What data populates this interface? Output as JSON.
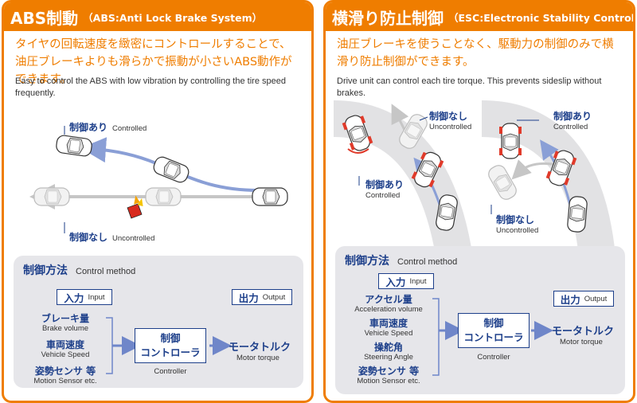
{
  "abs": {
    "title_jp": "ABS制動",
    "title_en": "（ABS:Anti Lock Brake System）",
    "desc_jp": "タイヤの回転速度を緻密にコントロールすることで、油圧ブレーキよりも滑らかで振動が小さいABS動作ができます。",
    "desc_en": "Easy to control the ABS with low vibration by controlling the tire speed frequently.",
    "controlled_jp": "制御あり",
    "controlled_en": "Controlled",
    "uncontrolled_jp": "制御なし",
    "uncontrolled_en": "Uncontrolled",
    "method_jp": "制御方法",
    "method_en": "Control method",
    "input_jp": "入力",
    "input_en": "Input",
    "output_jp": "出力",
    "output_en": "Output",
    "inputs": [
      {
        "jp": "ブレーキ量",
        "en": "Brake volume"
      },
      {
        "jp": "車両速度",
        "en": "Vehicle Speed"
      },
      {
        "jp": "姿勢センサ 等",
        "en": "Motion Sensor etc."
      }
    ],
    "controller_jp_1": "制御",
    "controller_jp_2": "コントローラ",
    "controller_en": "Controller",
    "output_item_jp": "モータトルク",
    "output_item_en": "Motor torque"
  },
  "esc": {
    "title_jp": "横滑り防止制御",
    "title_en": "（ESC:Electronic Stability Control）",
    "desc_jp": "油圧ブレーキを使うことなく、駆動力の制御のみで横滑り防止制御ができます。",
    "desc_en": "Drive unit can control each tire torque. This prevents sideslip without brakes.",
    "uncontrolled_top_jp": "制御なし",
    "uncontrolled_top_en": "Uncontrolled",
    "controlled_left_jp": "制御あり",
    "controlled_left_en": "Controlled",
    "controlled_top_jp": "制御あり",
    "controlled_top_en": "Controlled",
    "uncontrolled_bottom_jp": "制御なし",
    "uncontrolled_bottom_en": "Uncontrolled",
    "method_jp": "制御方法",
    "method_en": "Control method",
    "input_jp": "入力",
    "input_en": "Input",
    "output_jp": "出力",
    "output_en": "Output",
    "inputs": [
      {
        "jp": "アクセル量",
        "en": "Acceleration volume"
      },
      {
        "jp": "車両速度",
        "en": "Vehicle Speed"
      },
      {
        "jp": "操舵角",
        "en": "Steering Angle"
      },
      {
        "jp": "姿勢センサ 等",
        "en": "Motion Sensor etc."
      }
    ],
    "controller_jp_1": "制御",
    "controller_jp_2": "コントローラ",
    "controller_en": "Controller",
    "output_item_jp": "モータトルク",
    "output_item_en": "Motor torque"
  },
  "colors": {
    "orange": "#ef7d00",
    "navy": "#1d3f8a",
    "arrow_blue": "#8a9fd6",
    "gray_panel": "#e6e6ea",
    "car_gray": "#d4d4d4",
    "wheel_red": "#e03a2a"
  },
  "icons": [
    "car-icon",
    "warning-flame-icon",
    "rotation-arrow-icon"
  ]
}
